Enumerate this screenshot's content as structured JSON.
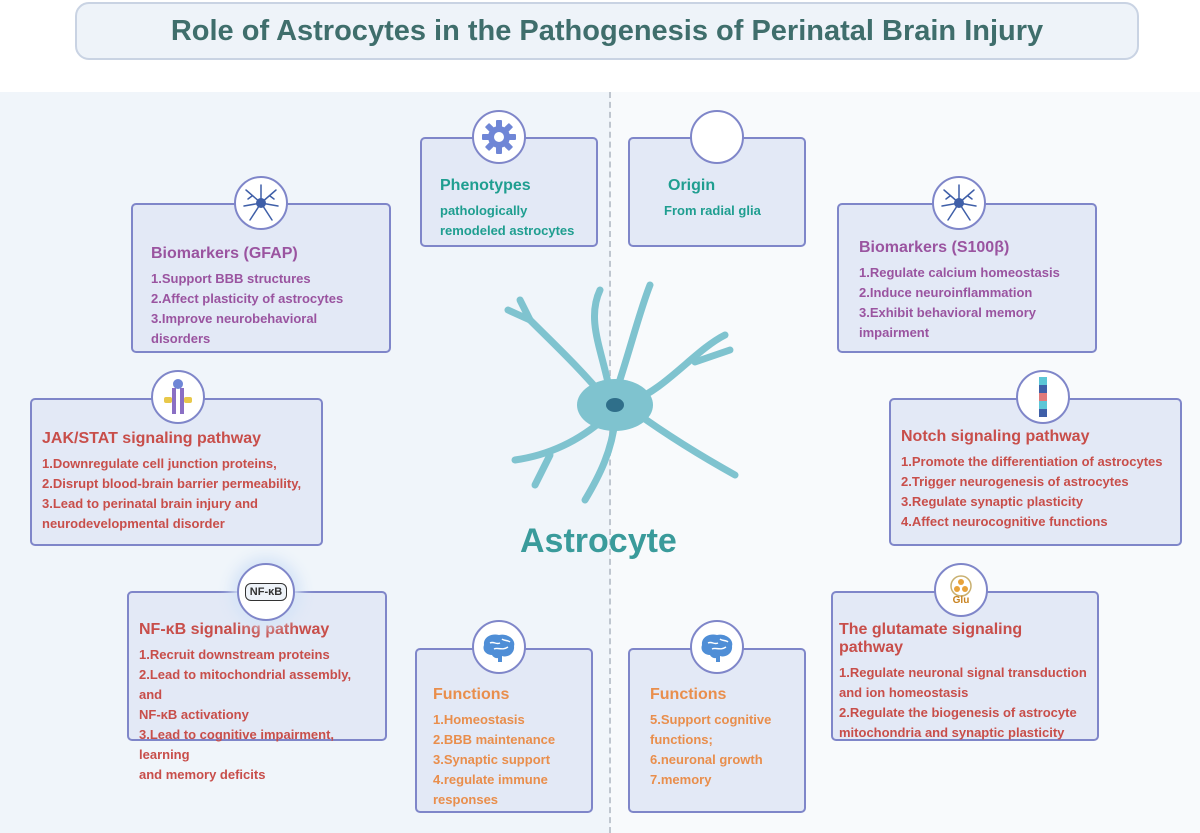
{
  "title": "Role of Astrocytes in the Pathogenesis of Perinatal Brain Injury",
  "center_label": "Astrocyte",
  "cards": {
    "phenotypes": {
      "title": "Phenotypes",
      "items": [
        "pathologically",
        "remodeled astrocytes"
      ]
    },
    "origin": {
      "title": "Origin",
      "items": [
        "From radial glia"
      ]
    },
    "biomarkers_gfap": {
      "title": "Biomarkers (GFAP)",
      "items": [
        "1.Support BBB structures",
        "2.Affect plasticity of astrocytes",
        "3.Improve neurobehavioral disorders"
      ]
    },
    "biomarkers_s100": {
      "title": "Biomarkers (S100β)",
      "items": [
        "1.Regulate calcium homeostasis",
        "2.Induce neuroinflammation",
        "3.Exhibit behavioral memory",
        "impairment"
      ]
    },
    "jak_stat": {
      "title": "JAK/STAT signaling pathway",
      "items": [
        "1.Downregulate cell junction proteins,",
        "2.Disrupt blood-brain barrier permeability,",
        "3.Lead to perinatal brain injury and",
        "neurodevelopmental disorder"
      ]
    },
    "notch": {
      "title": "Notch signaling pathway",
      "items": [
        "1.Promote the differentiation of astrocytes",
        "2.Trigger neurogenesis of astrocytes",
        "3.Regulate synaptic plasticity",
        "4.Affect neurocognitive functions"
      ]
    },
    "nfkb": {
      "title": "NF-κB signaling pathway",
      "badge": "NF-κB",
      "items": [
        "1.Recruit downstream proteins",
        "2.Lead to mitochondrial assembly, and",
        "NF-κB activationy",
        "3.Lead to cognitive impairment, learning",
        "and memory deficits"
      ]
    },
    "glutamate": {
      "title": "The glutamate signaling pathway",
      "badge": "Glu",
      "items": [
        "1.Regulate neuronal signal transduction",
        "and ion homeostasis",
        "2.Regulate the biogenesis of astrocyte",
        "mitochondria and synaptic plasticity"
      ]
    },
    "functions_left": {
      "title": "Functions",
      "items": [
        "1.Homeostasis",
        "2.BBB maintenance",
        "3.Synaptic support",
        "4.regulate immune",
        "responses"
      ]
    },
    "functions_right": {
      "title": "Functions",
      "items": [
        "5.Support cognitive",
        "functions;",
        "6.neuronal growth",
        "7.memory"
      ]
    }
  },
  "colors": {
    "purple": "#9a54a0",
    "red": "#c84e4a",
    "teal": "#1f9e90",
    "orange": "#e98e4c",
    "border": "#7f86c9",
    "astrocyte": "#7fc3cf"
  },
  "icons": {
    "phenotypes": "gear-icon",
    "origin": "blank-circle-icon",
    "gfap": "astrocyte-cell-icon",
    "s100": "astrocyte-cell-icon",
    "jak": "receptor-icon",
    "notch": "notch-receptor-icon",
    "functions_left": "brain-icon",
    "functions_right": "brain-icon"
  }
}
